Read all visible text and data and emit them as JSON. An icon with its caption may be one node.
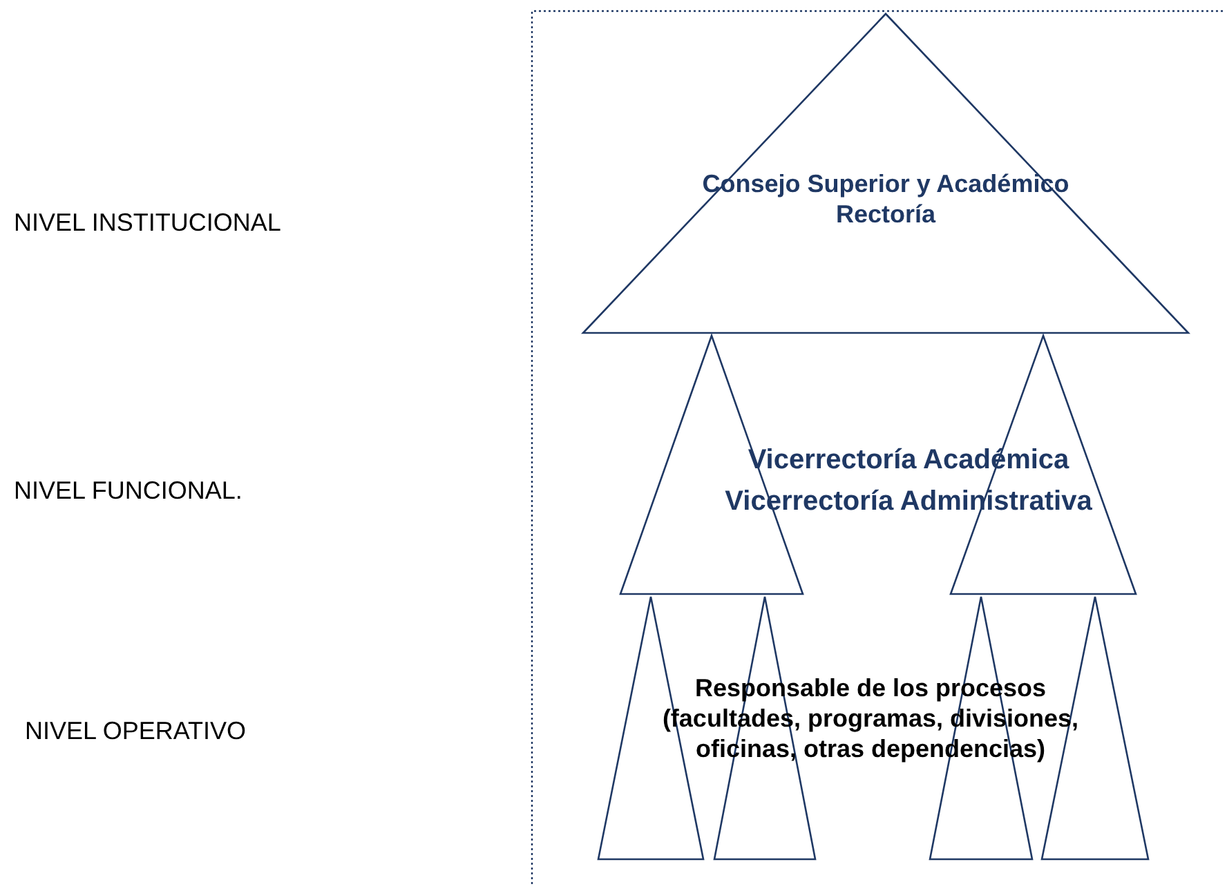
{
  "diagram": {
    "nodes": [
      {
        "text": [
          "Consejo Superior y Académico",
          "Rectoría"
        ]
      },
      {
        "text": [],
        "shape": "triangle"
      },
      {
        "text": [],
        "shape": "triangle"
      },
      {
        "text": [],
        "shape": "triangle"
      },
      {
        "text": [],
        "shape": "triangle"
      },
      {
        "text": [],
        "shape": "triangle"
      },
      {
        "text": [],
        "shape": "triangle"
      }
    ],
    "labels": [
      "NIVEL INSTITUCIONAL",
      "NIVEL FUNCIONAL.",
      "Vicerrectoría Académica",
      "Vicerrectoría Administrativa",
      "NIVEL OPERATIVO",
      "Responsable de los procesos (facultades, programas, divisiones, oficinas, otras dependencias)"
    ]
  }
}
